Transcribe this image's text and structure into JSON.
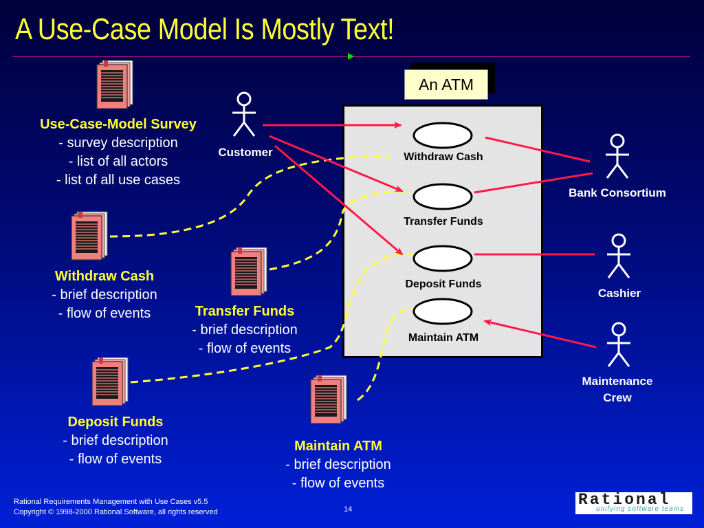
{
  "slide": {
    "title": "A Use-Case Model Is Mostly Text!",
    "system_label": "An ATM",
    "page_number": "14",
    "footer_line1": "Rational Requirements Management with Use Cases v5.5",
    "footer_line2": "Copyright © 1998-2000 Rational Software, all rights reserved",
    "logo_word": "Rational",
    "logo_tagline": "unifying software teams"
  },
  "use_cases": [
    {
      "name": "Withdraw Cash"
    },
    {
      "name": "Transfer Funds"
    },
    {
      "name": "Deposit Funds"
    },
    {
      "name": "Maintain ATM"
    }
  ],
  "actors": [
    {
      "name": "Customer"
    },
    {
      "name": "Bank Consortium"
    },
    {
      "name": "Cashier"
    },
    {
      "name": "Maintenance",
      "name2": "Crew"
    }
  ],
  "documents": [
    {
      "title": "Use-Case-Model Survey",
      "lines": [
        "- survey description",
        "- list of all actors",
        "- list of all use cases"
      ]
    },
    {
      "title": "Withdraw Cash",
      "lines": [
        "- brief description",
        "- flow of events"
      ]
    },
    {
      "title": "Transfer Funds",
      "lines": [
        "- brief description",
        "- flow of events"
      ]
    },
    {
      "title": "Deposit Funds",
      "lines": [
        "- brief description",
        "- flow of events"
      ]
    },
    {
      "title": "Maintain ATM",
      "lines": [
        "- brief description",
        "- flow of events"
      ]
    }
  ],
  "colors": {
    "title": "#ffff33",
    "association": "#ff1a4a",
    "dashed_link": "#ffff33",
    "document_page": "#f08080"
  },
  "icons": [
    "document-stack-icon",
    "actor-stick-figure-icon",
    "use-case-ellipse-icon",
    "play-marker-icon"
  ]
}
